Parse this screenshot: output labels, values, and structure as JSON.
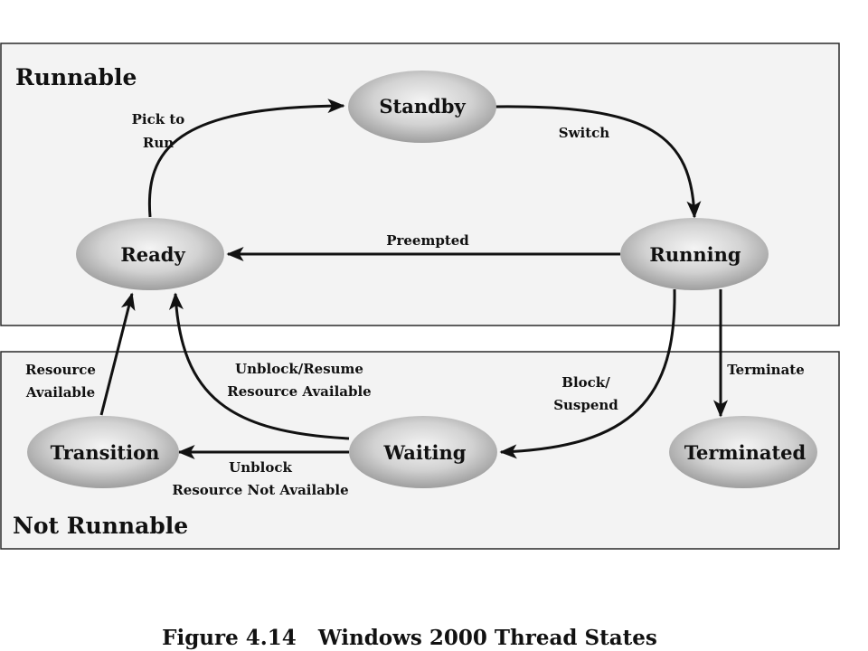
{
  "regions": {
    "runnable": "Runnable",
    "not_runnable": "Not Runnable"
  },
  "states": {
    "standby": "Standby",
    "ready": "Ready",
    "running": "Running",
    "transition": "Transition",
    "waiting": "Waiting",
    "terminated": "Terminated"
  },
  "transitions": {
    "pick_to_run": [
      "Pick to",
      "Run"
    ],
    "switch": "Switch",
    "preempted": "Preempted",
    "block_suspend": [
      "Block/",
      "Suspend"
    ],
    "terminate": "Terminate",
    "unblock_resume": [
      "Unblock/Resume",
      "Resource Available"
    ],
    "unblock_not_available": [
      "Unblock",
      "Resource Not Available"
    ],
    "resource_available": [
      "Resource",
      "Available"
    ]
  },
  "caption": "Figure 4.14   Windows 2000 Thread States",
  "colors": {
    "node_fill_light": "#f2f2f2",
    "node_fill_dark": "#9c9c9c",
    "region_fill": "#f3f3f3"
  }
}
